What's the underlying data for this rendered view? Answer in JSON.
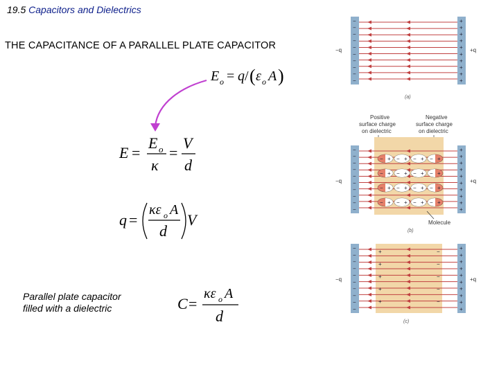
{
  "section": {
    "number": "19.5",
    "name": "Capacitors and Dielectrics"
  },
  "heading": "THE CAPACITANCE OF A PARALLEL PLATE CAPACITOR",
  "caption": {
    "line1": "Parallel plate capacitor",
    "line2": "filled with a dielectric"
  },
  "equations": {
    "e0": {
      "lhs": "E",
      "sub": "o",
      "rhs_q": "q",
      "eps": "ε",
      "eps_sub": "o",
      "area": "A"
    },
    "e": {
      "lhs": "E",
      "num1": "E",
      "num1_sub": "o",
      "den1": "κ",
      "num2": "V",
      "den2": "d"
    },
    "q": {
      "lhs": "q",
      "num": "κε",
      "num_sub": "o",
      "num_area": "A",
      "den": "d",
      "factor": "V"
    },
    "c": {
      "lhs": "C",
      "num": "κε",
      "num_sub": "o",
      "num_area": "A",
      "den": "d"
    }
  },
  "figure": {
    "neg_charge": "−q",
    "pos_charge": "+q",
    "neg_sign": "−",
    "pos_sign": "+",
    "label_a": "(a)",
    "label_b": "(b)",
    "label_c": "(c)",
    "positive_surface_charge": [
      "Positive",
      "surface charge",
      "on dielectric"
    ],
    "negative_surface_charge": [
      "Negative",
      "surface charge",
      "on dielectric"
    ],
    "molecule": "Molecule"
  },
  "colors": {
    "arrow": "#c04040",
    "pointer_arrow": "#c040d0",
    "plate": "#8fb0cc",
    "dielectric": "#f2d7a8",
    "title_blue": "#0b1d8a"
  }
}
